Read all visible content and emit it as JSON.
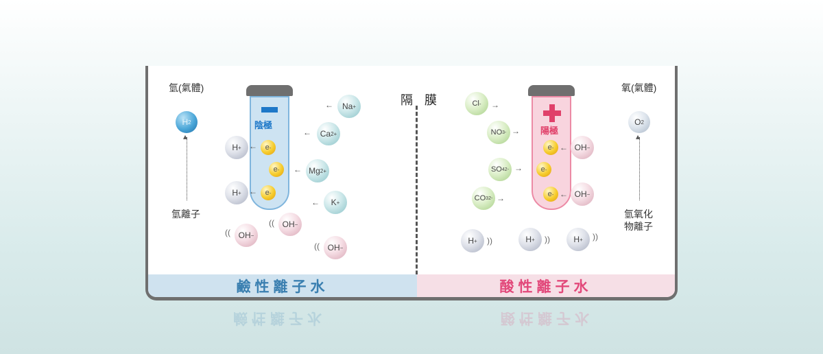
{
  "membrane_label": "隔 膜",
  "left": {
    "gas_label": "氫(氣體)",
    "gas_molecule": "H",
    "gas_sub": "2",
    "ion_label": "氫離子",
    "electrode_label": "陰極",
    "band_label": "鹼性離子水",
    "cations": [
      {
        "name": "Na",
        "charge": "+"
      },
      {
        "name": "Ca",
        "charge": "2+"
      },
      {
        "name": "Mg",
        "charge": "2+"
      },
      {
        "name": "K",
        "charge": "+"
      }
    ],
    "h_ion": {
      "name": "H",
      "charge": "+"
    },
    "electron": {
      "name": "e",
      "charge": "-"
    },
    "oh": {
      "name": "OH",
      "charge": "−"
    }
  },
  "right": {
    "gas_label": "氧(氣體)",
    "gas_molecule": "O",
    "gas_sub": "2",
    "ion_label_1": "氫氧化",
    "ion_label_2": "物離子",
    "electrode_label": "陽極",
    "band_label": "酸性離子水",
    "anions": [
      {
        "name": "Cl",
        "sub": "",
        "charge": "-"
      },
      {
        "name": "NO",
        "sub": "3",
        "charge": "-"
      },
      {
        "name": "SO",
        "sub": "4",
        "charge": "2-"
      },
      {
        "name": "CO",
        "sub": "3",
        "charge": "2-"
      }
    ],
    "h_ion": {
      "name": "H",
      "charge": "+"
    },
    "electron": {
      "name": "e",
      "charge": "-"
    },
    "oh": {
      "name": "OH",
      "charge": "−"
    }
  },
  "colors": {
    "cathode": "#1e78c8",
    "anode": "#e0406a",
    "alkaline_band": "#cfe2ef",
    "acidic_band": "#f6dfe6"
  }
}
